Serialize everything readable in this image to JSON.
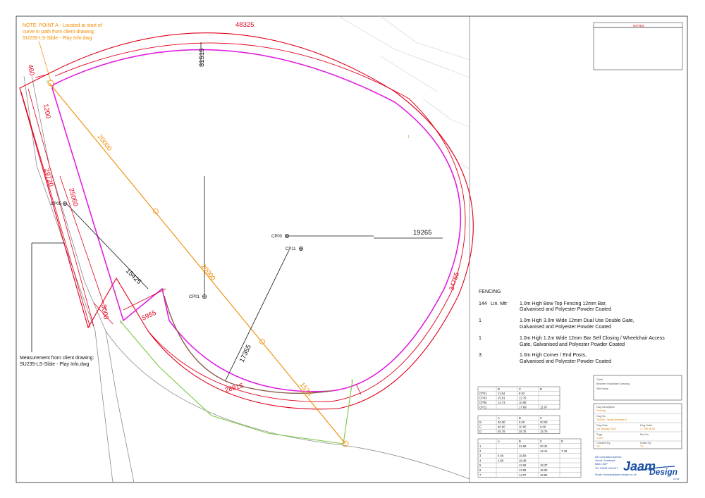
{
  "note_a": {
    "line1": "NOTE: POINT A - Located at start of",
    "line2": "curve in path from client drawing:",
    "line3": "SU235-LS-Sible - Play Info.dwg"
  },
  "measure_note": {
    "line1": "Measurement from client drawing:",
    "line2": "SU235-LS-Sible - Play Info.dwg"
  },
  "dimensions": {
    "top_arc": "48325",
    "vertical_top": "31515",
    "left_460": "460",
    "left_1200": "1200",
    "diag_upper": "20000",
    "diag_lower": "20000",
    "left_29720": "29720",
    "left_25060": "25060",
    "radius_19265": "19265",
    "right_arc": "34755",
    "cp05_to_gate": "15425",
    "gate_3000": "3000",
    "gate_5955": "5955",
    "lower_17355": "17355",
    "bottom_arc": "28915",
    "lower_1570": "1570"
  },
  "points": {
    "cp01": "CP01",
    "cp03": "CP03",
    "cp05": "CP05",
    "cp11": "CP11",
    "num_1": "1",
    "num_2": "2",
    "num_3": "3",
    "num_4": "4",
    "num_5": "5",
    "num_6": "6"
  },
  "fencing": {
    "heading": "FENCING",
    "items": [
      {
        "qty": "144",
        "unit": "Lin. Mtr",
        "desc1": "1.0m High Bow Top Fencing 12mm Bar,",
        "desc2": "Galvanised and Polyester Powder Coated"
      },
      {
        "qty": "1",
        "unit": "",
        "desc1": "1.0m High 3.0m Wide 12mm Dual Use Double Gate,",
        "desc2": "Galvanised and Polyester Powder Coated"
      },
      {
        "qty": "1",
        "unit": "",
        "desc1": "1.0m High 1.2m Wide 12mm Bar Self Closing / Wheelchair Access",
        "desc2": "Gate, Galvanised and Polyester Powder Coated"
      },
      {
        "qty": "3",
        "unit": "",
        "desc1": "1.0m High Corner / End Posts,",
        "desc2": "Galvanised and Polyester Powder Coated"
      }
    ]
  },
  "table_cp": {
    "headers": [
      "",
      "B",
      "C",
      "D"
    ],
    "rows": [
      [
        "CP01",
        "11.64",
        "8.92",
        ""
      ],
      [
        "CP03",
        "15.81",
        "12.79",
        ""
      ],
      [
        "CP05",
        "14.73",
        "10.99",
        ""
      ],
      [
        "CP11",
        "",
        "17.69",
        "11.97"
      ]
    ]
  },
  "table_abc": {
    "headers": [
      "",
      "A",
      "B",
      "C"
    ],
    "rows": [
      [
        "B",
        "20.00",
        "0.00",
        "20.00"
      ],
      [
        "C",
        "40.00",
        "20.00",
        "0.00"
      ],
      [
        "D",
        "55.76",
        "35.76",
        "15.76"
      ]
    ]
  },
  "table_points": {
    "headers": [
      "",
      "A",
      "B",
      "C",
      "D"
    ],
    "rows": [
      [
        "1",
        "",
        "31.88",
        "30.34",
        ""
      ],
      [
        "2",
        "",
        "",
        "12.14",
        "7.33"
      ],
      [
        "3",
        "0.46",
        "19.58",
        "",
        ""
      ],
      [
        "4",
        "1.66",
        "18.48",
        "",
        ""
      ],
      [
        "5",
        "",
        "11.88",
        "18.37",
        ""
      ],
      [
        "6",
        "",
        "13.85",
        "16.93",
        ""
      ],
      [
        "7",
        "",
        "14.07",
        "16.82",
        ""
      ]
    ]
  },
  "title_block": {
    "notes_label": "NOTES",
    "client_label": "Client",
    "client_value": "Bosmere Installation Drawing",
    "site_label": "Site Name",
    "desc_label": "Dwg Description",
    "desc_value": "Fencing",
    "dwg_no_label": "Dwg No",
    "dwg_no_value": "282500 - Install Bosmere 0",
    "date_label": "Dwg Date",
    "date_value": "1st January 2016",
    "scale_label": "Dwg Scale",
    "scale_value": "1 : 250 @ A3",
    "page_label": "Page",
    "page_value": "1 of 4",
    "rev_label": "Rev No",
    "rev_value": "",
    "checked_label": "Checked By",
    "checked_value": "TS",
    "drawn_label": "Drawn By",
    "drawn_value": "TS",
    "address1": "28 Coronation Avenue,",
    "address2": "Yeovil, Somerset.",
    "address3": "BA21 3DP",
    "tel": "Tel: 01935 413 417",
    "email": "Email: thomas@jaam-design.co.uk",
    "logo_main": "Jaam",
    "logo_sub": "Design",
    "logo_tail": "co.uk"
  },
  "colors": {
    "fence": "#e0001b",
    "path_inner": "#e020e0",
    "diag": "#f08c00",
    "green": "#7ac943",
    "brown": "#8c5a4a",
    "grey": "#8c8c8c",
    "logo": "#1a4fa3"
  }
}
